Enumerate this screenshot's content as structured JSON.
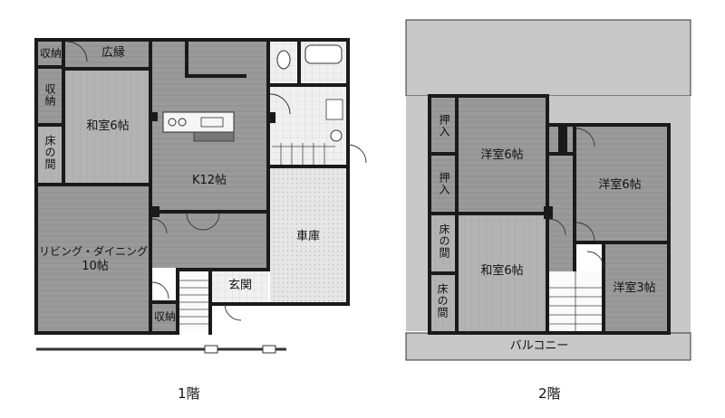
{
  "floor1": {
    "label": "1階",
    "rooms": {
      "shuno_top": "収納",
      "hiroen": "広縁",
      "shuno_left": "収納",
      "washitsu": "和室6帖",
      "tokonoma": "床の間",
      "kitchen": "K12帖",
      "living_line1": "リビング・ダイニング",
      "living_line2": "10帖",
      "garage": "車庫",
      "genkan": "玄関",
      "shuno_bottom": "収納"
    }
  },
  "floor2": {
    "label": "2階",
    "rooms": {
      "oshiire1": "押入",
      "oshiire2": "押入",
      "yoshitsu_a": "洋室6帖",
      "yoshitsu_b": "洋室6帖",
      "tokonoma1": "床の間",
      "tokonoma2": "床の間",
      "washitsu": "和室6帖",
      "yoshitsu_c": "洋室3帖",
      "balcony": "バルコニー"
    }
  },
  "colors": {
    "wall": "#1a1a1a",
    "wood_floor": "#9a9a9a",
    "tatami": "#b4b4b4",
    "garage": "#e6e6e6",
    "balcony": "#c8c8c8",
    "wet_area": "#f2f2f2"
  }
}
